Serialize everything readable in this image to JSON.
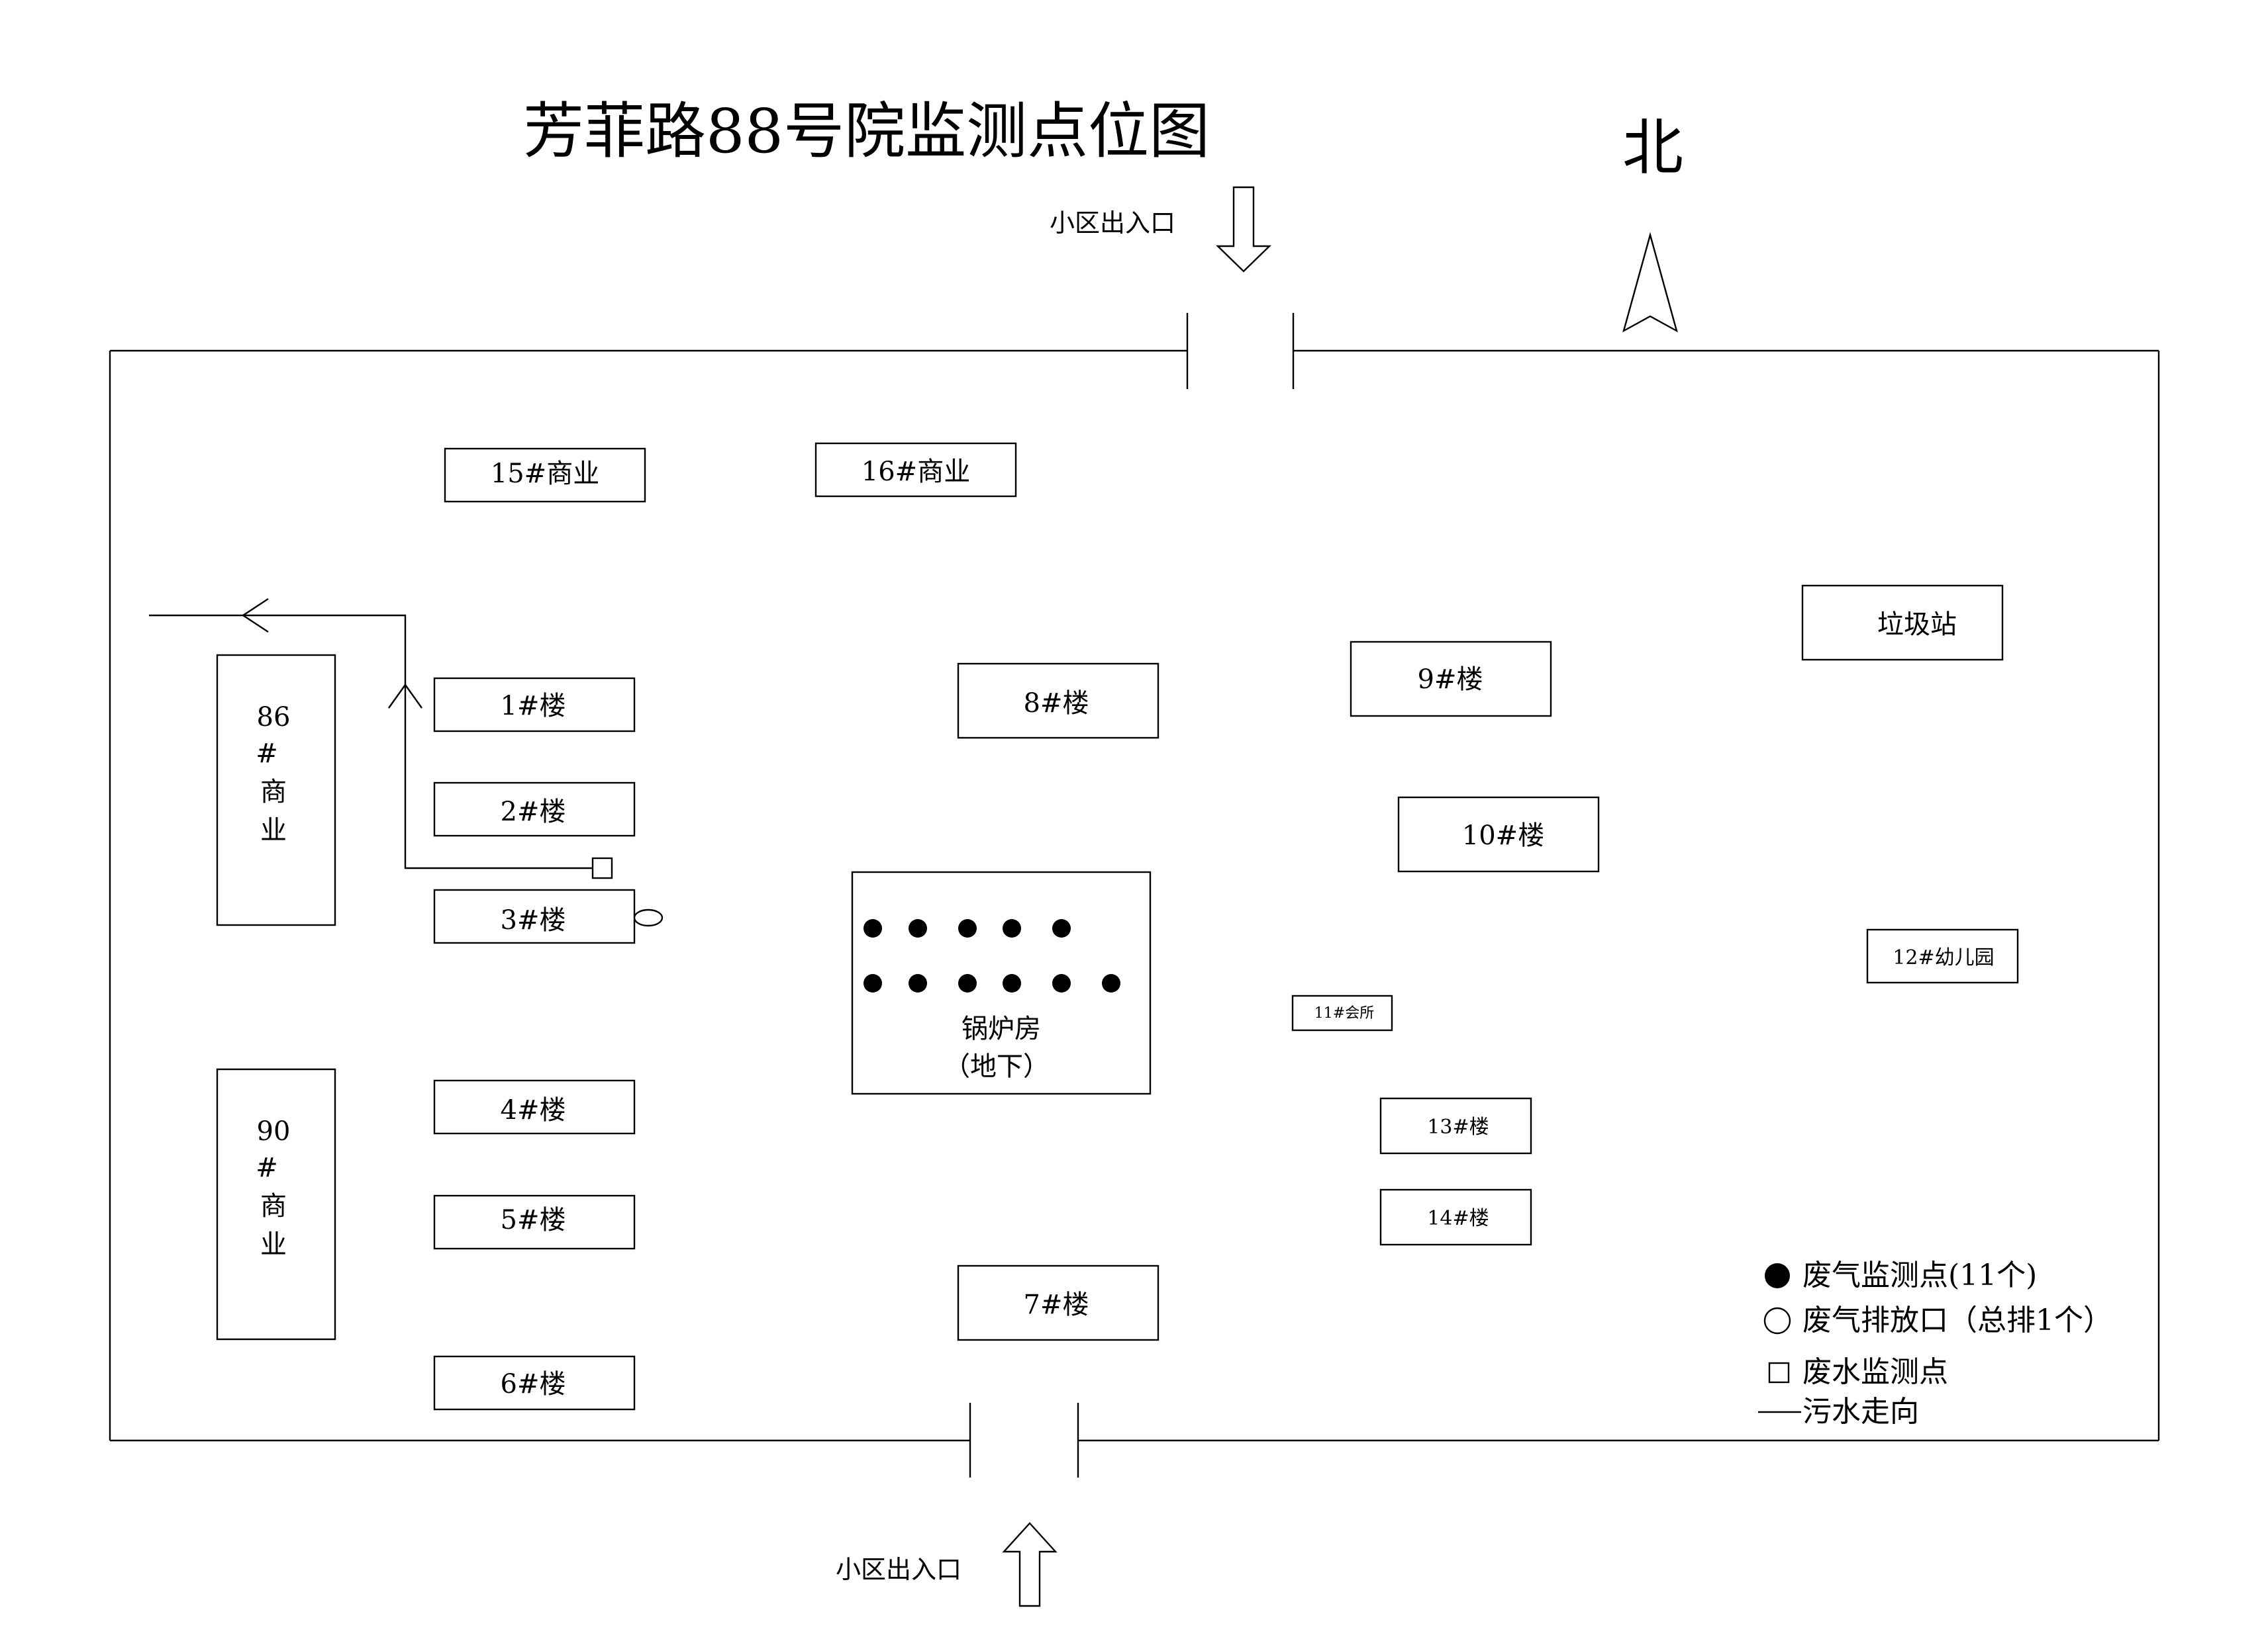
{
  "title": "芳菲路88号院监测点位图",
  "north_label": "北",
  "entrance_top": "小区出入口",
  "entrance_bottom": "小区出入口",
  "buildings": {
    "b15": "15#商业",
    "b16": "16#商业",
    "trash": "垃圾站",
    "b1": "1#楼",
    "b2": "2#楼",
    "b3": "3#楼",
    "b4": "4#楼",
    "b5": "5#楼",
    "b6": "6#楼",
    "b7": "7#楼",
    "b8": "8#楼",
    "b9": "9#楼",
    "b10": "10#楼",
    "b11": "11#会所",
    "b12": "12#幼儿园",
    "b13": "13#楼",
    "b14": "14#楼",
    "c86": [
      "86",
      "#",
      "商",
      "业"
    ],
    "c90": [
      "90",
      "#",
      "商",
      "业"
    ]
  },
  "boiler": {
    "line1": "锅炉房",
    "line2": "（地下）"
  },
  "legend": {
    "gas_monitor": "废气监测点(11个)",
    "gas_outlet": "废气排放口（总排1个）",
    "water_monitor": "废水监测点",
    "sewage_flow": "污水走向"
  },
  "colors": {
    "ink": "#000000",
    "background": "#ffffff"
  }
}
